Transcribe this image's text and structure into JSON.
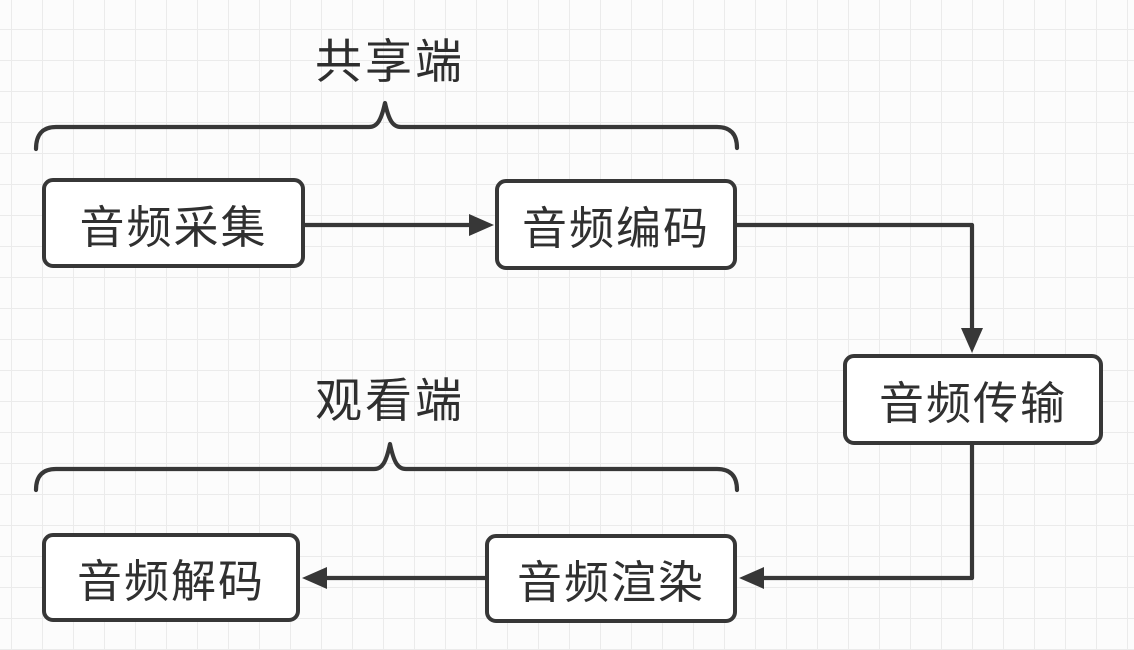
{
  "diagram": {
    "groups": [
      {
        "id": "sharing-side",
        "label": "共享端"
      },
      {
        "id": "viewing-side",
        "label": "观看端"
      }
    ],
    "nodes": [
      {
        "id": "audio-capture",
        "label": "音频采集",
        "group": "sharing-side"
      },
      {
        "id": "audio-encode",
        "label": "音频编码",
        "group": "sharing-side"
      },
      {
        "id": "audio-transport",
        "label": "音频传输",
        "group": ""
      },
      {
        "id": "audio-decode",
        "label": "音频解码",
        "group": "viewing-side"
      },
      {
        "id": "audio-render",
        "label": "音频渲染",
        "group": "viewing-side"
      }
    ],
    "edges": [
      {
        "from": "audio-capture",
        "to": "audio-encode"
      },
      {
        "from": "audio-encode",
        "to": "audio-transport"
      },
      {
        "from": "audio-transport",
        "to": "audio-render"
      },
      {
        "from": "audio-render",
        "to": "audio-decode"
      }
    ],
    "colors": {
      "stroke": "#373737",
      "text": "#303030",
      "node_fill": "#ffffff",
      "background": "#fcfcfc",
      "grid": "#ebebeb"
    }
  }
}
